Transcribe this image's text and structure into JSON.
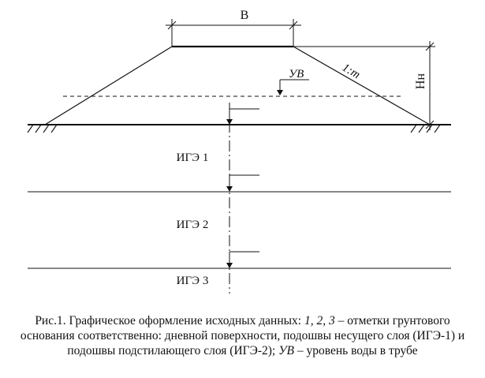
{
  "labels": {
    "width": "B",
    "slope": "1:m",
    "height": "Hн",
    "water_level": "УВ",
    "layers": [
      "ИГЭ 1",
      "ИГЭ 2",
      "ИГЭ 3"
    ]
  },
  "caption": {
    "p1": "Рис.1. Графическое оформление исходных данных: ",
    "p2": "1, 2, 3",
    "p3": " – отметки грунтового основания соответственно: дневной поверхности, подошвы несущего слоя (ИГЭ-1) и подошвы подстилающего слоя (ИГЭ-2); ",
    "p4": "УВ",
    "p5": " – уровень воды в трубе"
  }
}
